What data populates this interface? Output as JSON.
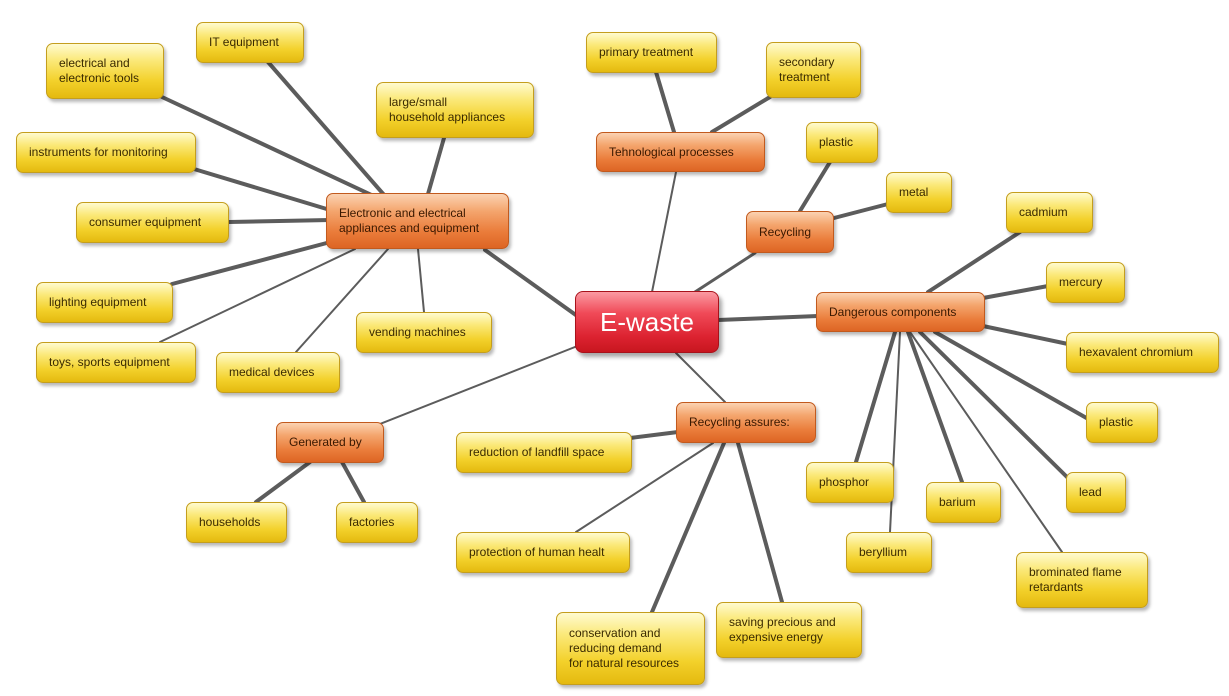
{
  "root": "E-waste",
  "branches": {
    "appliances": "Electronic and electrical\nappliances and equipment",
    "tech": "Tehnological processes",
    "recycling": "Recycling",
    "dangerous": "Dangerous components",
    "generated": "Generated by",
    "assures": "Recycling assures:"
  },
  "leaves": {
    "electrical_tools": "electrical and\nelectronic tools",
    "it_equipment": "IT equipment",
    "household_appliances": "large/small\nhousehold appliances",
    "instruments": "instruments for monitoring",
    "consumer": "consumer equipment",
    "lighting": "lighting equipment",
    "toys": "toys, sports equipment",
    "medical": "medical devices",
    "vending": "vending machines",
    "primary": "primary treatment",
    "secondary": "secondary\ntreatment",
    "plastic_recycling": "plastic",
    "metal": "metal",
    "cadmium": "cadmium",
    "mercury": "mercury",
    "hex_chromium": "hexavalent chromium",
    "plastic_dangerous": "plastic",
    "lead": "lead",
    "brominated": "brominated flame\nretardants",
    "barium": "barium",
    "beryllium": "beryllium",
    "phosphor": "phosphor",
    "households": "households",
    "factories": "factories",
    "landfill": "reduction of landfill space",
    "human_health": "protection of human healt",
    "conservation": "conservation and\nreducing demand\nfor natural resources",
    "energy": "saving precious and\nexpensive energy"
  }
}
